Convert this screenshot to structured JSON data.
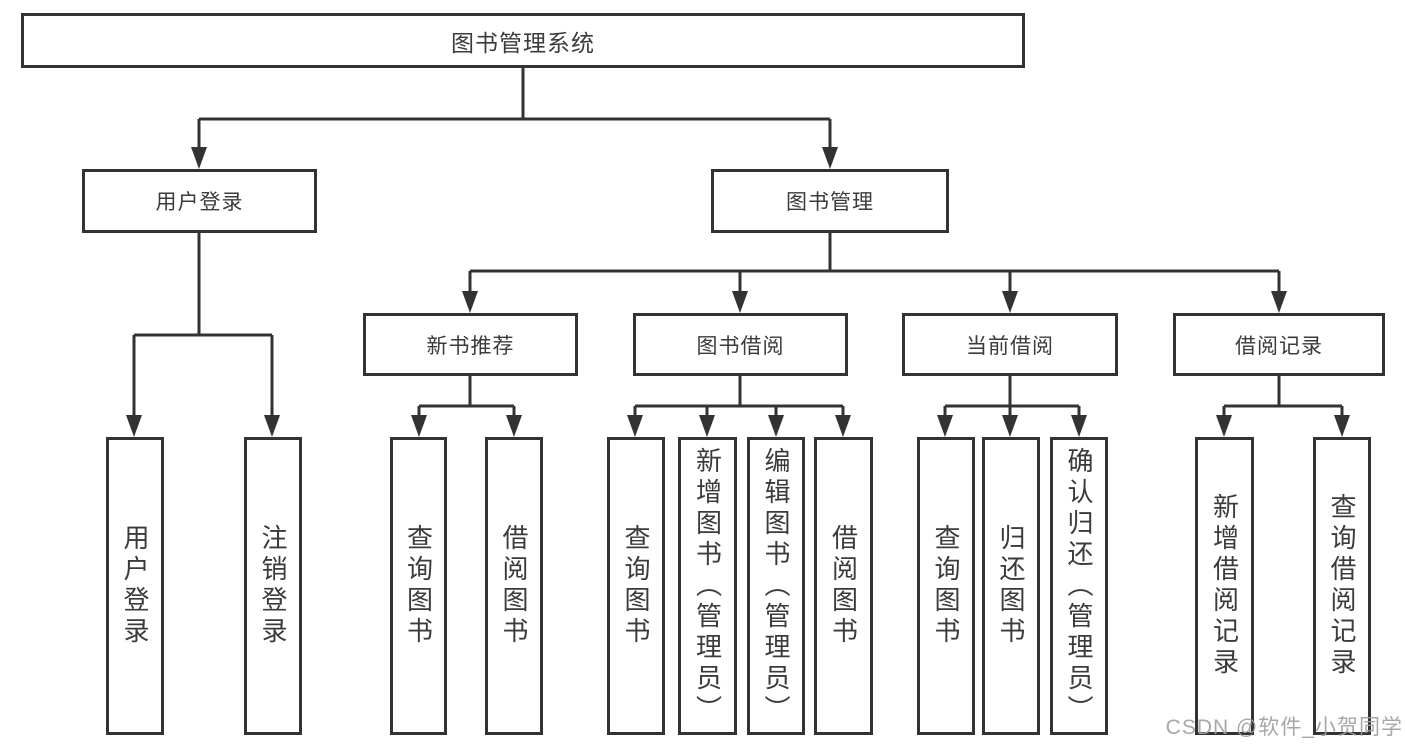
{
  "tree": {
    "label": "图书管理系统",
    "children": [
      {
        "label": "用户登录",
        "children": [
          {
            "label": "用户登录"
          },
          {
            "label": "注销登录"
          }
        ]
      },
      {
        "label": "图书管理",
        "children": [
          {
            "label": "新书推荐",
            "children": [
              {
                "label": "查询图书"
              },
              {
                "label": "借阅图书"
              }
            ]
          },
          {
            "label": "图书借阅",
            "children": [
              {
                "label": "查询图书"
              },
              {
                "label": "新增图书（管理员）"
              },
              {
                "label": "编辑图书（管理员）"
              },
              {
                "label": "借阅图书"
              }
            ]
          },
          {
            "label": "当前借阅",
            "children": [
              {
                "label": "查询图书"
              },
              {
                "label": "归还图书"
              },
              {
                "label": "确认归还（管理员）"
              }
            ]
          },
          {
            "label": "借阅记录",
            "children": [
              {
                "label": "新增借阅记录"
              },
              {
                "label": "查询借阅记录"
              }
            ]
          }
        ]
      }
    ]
  },
  "watermark": "CSDN @软件_小贺同学",
  "colors": {
    "line": "#333333",
    "text": "#3b3b3b",
    "watermark": "#a0a0a0",
    "background": "#ffffff"
  }
}
